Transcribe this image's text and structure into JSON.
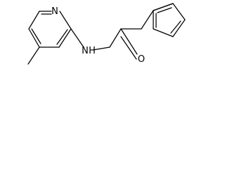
{
  "atoms": {
    "N_ring": {
      "symbol": "N"
    },
    "N_amide": {
      "symbol": "N",
      "attached_h": "H"
    },
    "O_carbonyl": {
      "symbol": "O"
    }
  },
  "colors": {
    "bond": "#000000",
    "label": "#000000",
    "background": "#ffffff"
  }
}
